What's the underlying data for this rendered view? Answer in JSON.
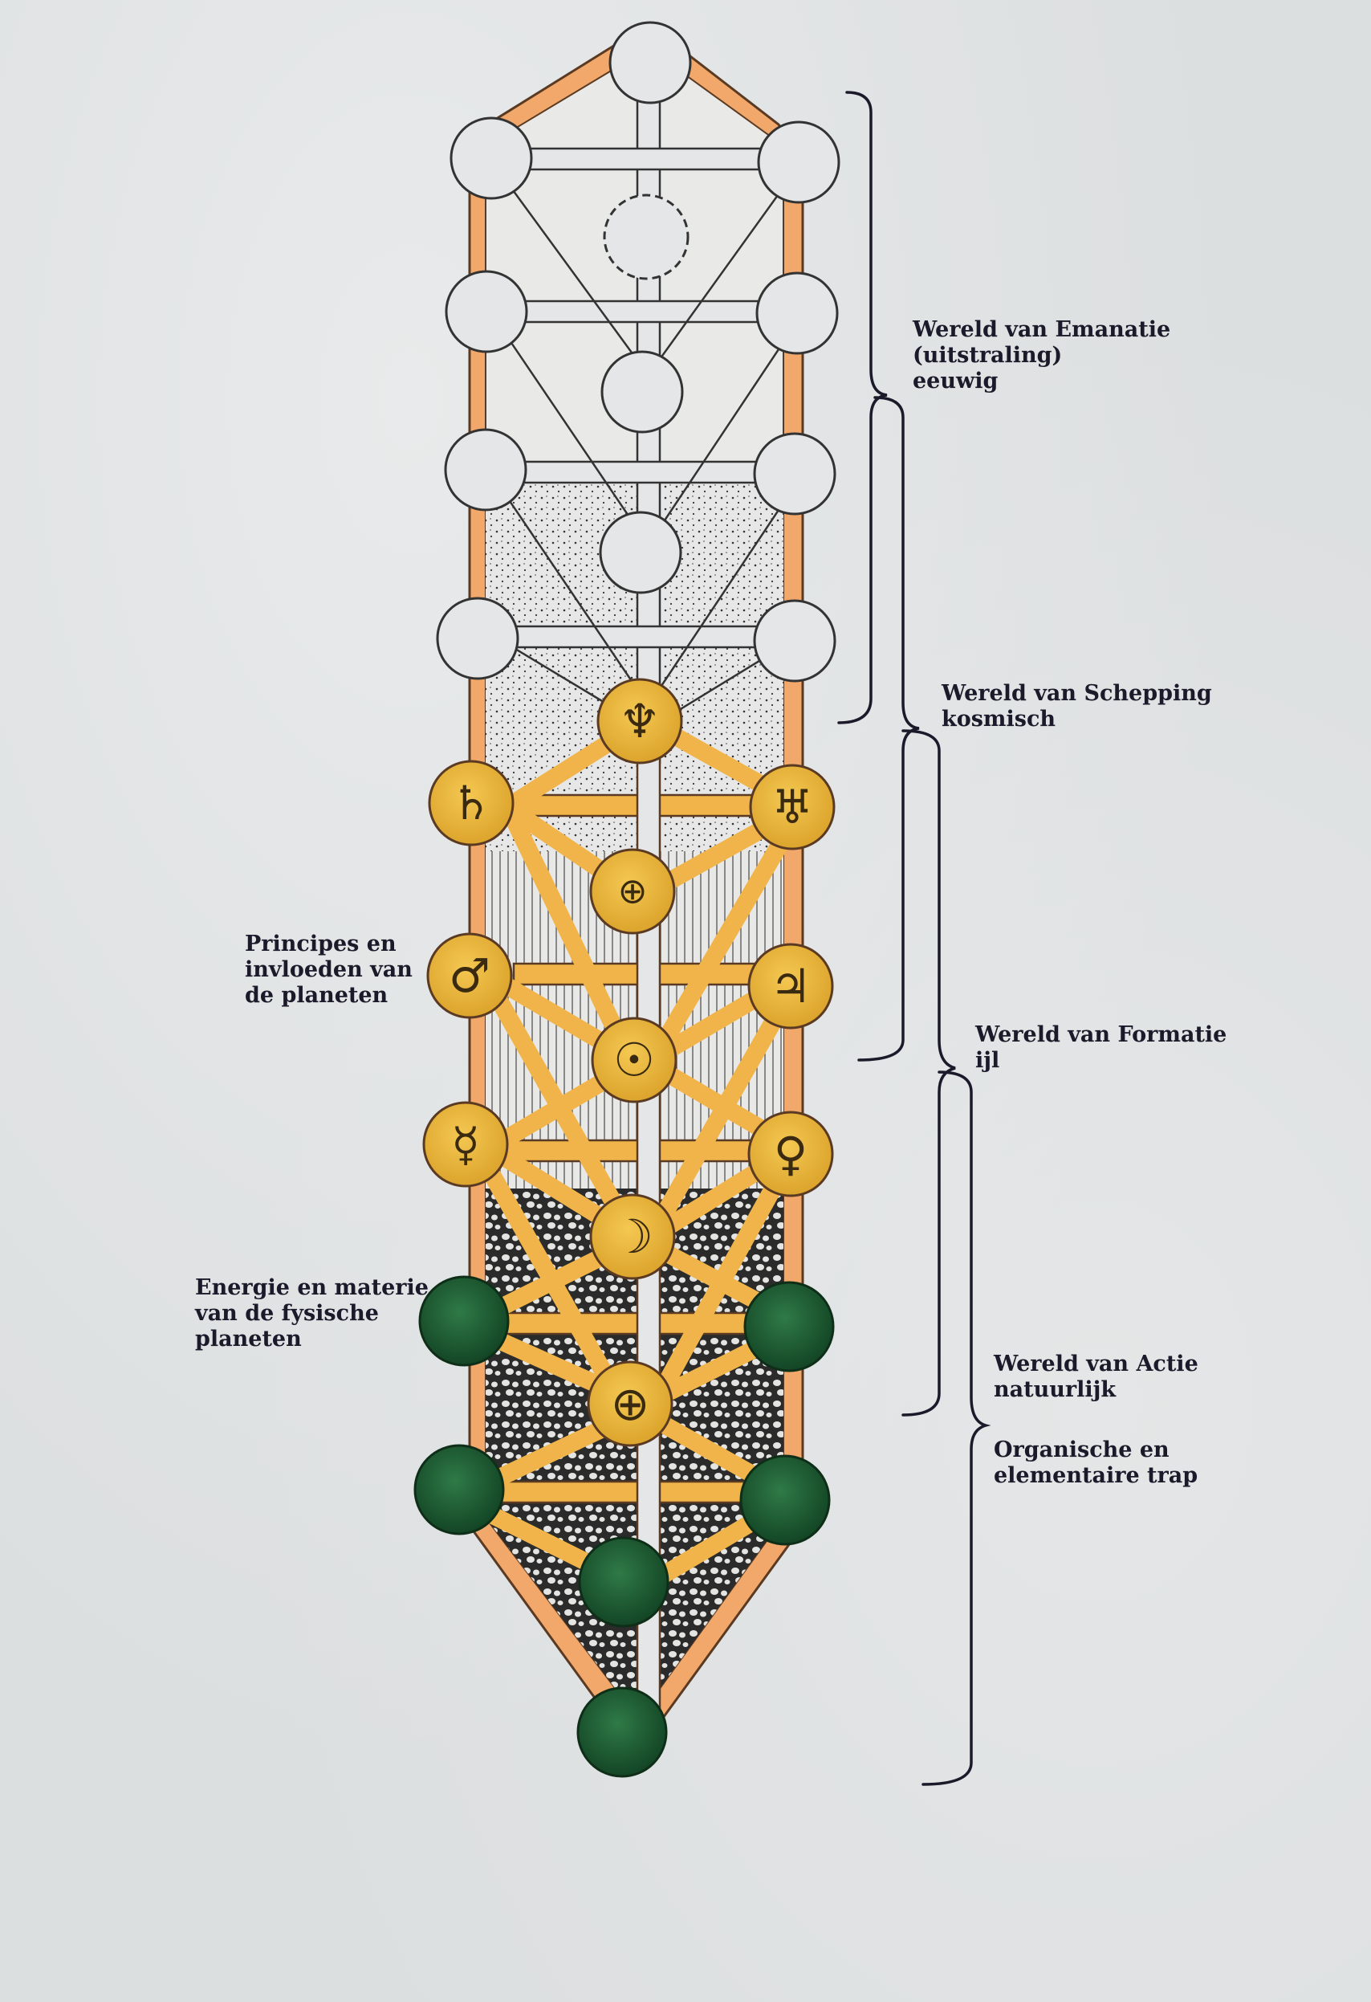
{
  "labels": {
    "emanation": [
      "Wereld van Emanatie",
      "(uitstraling)",
      "eeuwig"
    ],
    "creation": [
      "Wereld van Schepping",
      "kosmisch"
    ],
    "formation": [
      "Wereld van Formatie",
      "ijl"
    ],
    "action": [
      "Wereld van Actie",
      "natuurlijk"
    ],
    "organic": [
      "Organische en",
      "elementaire trap"
    ],
    "planet_principles": [
      "Principes en",
      "invloeden van",
      "de planeten"
    ],
    "physical_planets": [
      "Energie en materie",
      "van de fysische",
      "planeten"
    ]
  },
  "planet_symbols": {
    "neptune": "♆",
    "saturn": "♄",
    "uranus": "♅",
    "earth_cross": "⊕",
    "mars": "♂",
    "jupiter": "♃",
    "sun": "☉",
    "mercury": "☿",
    "venus": "♀",
    "moon": "☽",
    "earth": "⊕"
  },
  "colors": {
    "paper": "#dcdfe0",
    "frame_orange": "#f2a86a",
    "yellow_sphere": "#e8b637",
    "yellow_path": "#f0b44a",
    "green_sphere": "#1f5a33",
    "white_sphere": "#e4e6e8",
    "ink": "#1a1a2a"
  }
}
